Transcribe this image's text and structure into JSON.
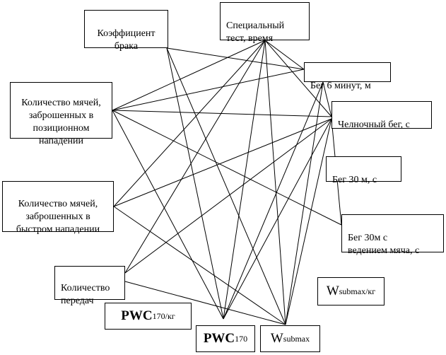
{
  "nodes": {
    "defect_coefficient": {
      "label": "Коэффициент\nбрака"
    },
    "special_test": {
      "label": "Специальный\nтест, время"
    },
    "run_6min": {
      "label": "Бег 6 минут, м"
    },
    "shuttle_run": {
      "label": "Челночный бег, с"
    },
    "balls_positional": {
      "label": "Количество мячей,\nзаброшенных в\nпозиционном\nнападении"
    },
    "run_30m": {
      "label": "Бег 30 м, с"
    },
    "balls_fast": {
      "label": "Количество мячей,\nзаброшенных в\nбыстром нападении"
    },
    "run_30m_ball": {
      "label": "Бег 30м с\nведением мяча, с"
    },
    "passes": {
      "label": "Количество\nпередач"
    },
    "w_submax_kg": {
      "label": "W",
      "sub": "submax/кг"
    },
    "pwc170_kg": {
      "label": "PWC",
      "sub": "170/кг"
    },
    "pwc170": {
      "label": "PWC",
      "sub": "170"
    },
    "w_submax": {
      "label": "W",
      "sub": "submax"
    }
  },
  "edges": [
    [
      "defect_coefficient",
      "pwc170"
    ],
    [
      "defect_coefficient",
      "w_submax"
    ],
    [
      "defect_coefficient",
      "run_6min"
    ],
    [
      "special_test",
      "balls_positional"
    ],
    [
      "special_test",
      "balls_fast"
    ],
    [
      "special_test",
      "passes"
    ],
    [
      "special_test",
      "pwc170"
    ],
    [
      "special_test",
      "w_submax"
    ],
    [
      "special_test",
      "run_6min"
    ],
    [
      "special_test",
      "shuttle_run"
    ],
    [
      "run_6min",
      "balls_positional"
    ],
    [
      "run_6min",
      "pwc170"
    ],
    [
      "run_6min",
      "w_submax"
    ],
    [
      "run_6min",
      "shuttle_run"
    ],
    [
      "shuttle_run",
      "balls_positional"
    ],
    [
      "shuttle_run",
      "balls_fast"
    ],
    [
      "shuttle_run",
      "passes"
    ],
    [
      "shuttle_run",
      "pwc170"
    ],
    [
      "shuttle_run",
      "w_submax"
    ],
    [
      "shuttle_run",
      "run_30m_ball"
    ],
    [
      "balls_positional",
      "pwc170"
    ],
    [
      "balls_positional",
      "run_30m_ball"
    ],
    [
      "balls_fast",
      "w_submax"
    ],
    [
      "passes",
      "w_submax"
    ]
  ]
}
